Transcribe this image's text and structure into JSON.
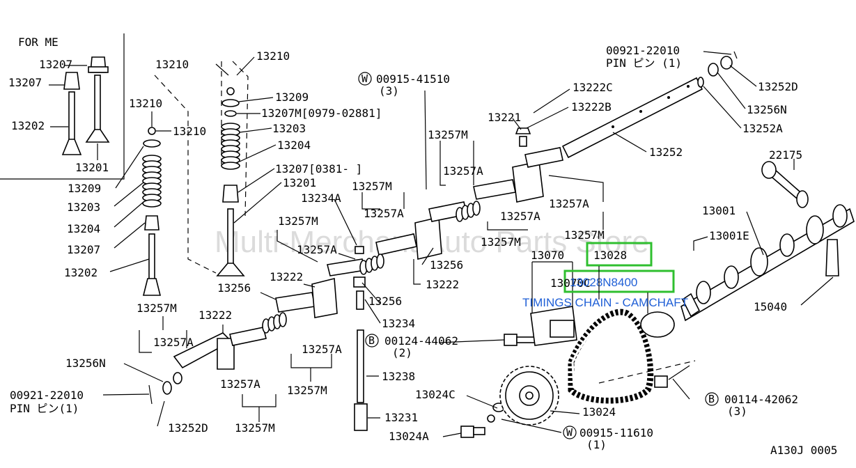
{
  "inset": {
    "title": "FOR ME",
    "labels": [
      "13207",
      "13207",
      "13202",
      "13201"
    ]
  },
  "labels": {
    "l13210a": "13210",
    "l13210b": "13210",
    "l13209a": "13209",
    "l13207m_range": "13207M[0979-02881]",
    "l13203a": "13203",
    "l13204a": "13204",
    "l13207_range": "13207[0381-      ]",
    "l13201": "13201",
    "l13210c": "13210",
    "l13210d": "13210",
    "l13209b": "13209",
    "l13203b": "13203",
    "l13204b": "13204",
    "l13207b": "13207",
    "l13202": "13202",
    "l13256a": "13256",
    "l13257m_a": "13257M",
    "l13257a_a": "13257A",
    "l13256n_a": "13256N",
    "l00921_a": "00921-22010",
    "lpin_a": "PIN ピン(1)",
    "l13252d_a": "13252D",
    "l13257a_b": "13257A",
    "l13257m_b": "13257M",
    "l13222a": "13222",
    "l13222b": "13222",
    "l13257a_c": "13257A",
    "l13257m_c": "13257M",
    "l13234a": "13234A",
    "l13257m_d": "13257M",
    "l13257a_d": "13257A",
    "l13257a_e": "13257A",
    "l13257m_e": "13257M",
    "l13256b": "13256",
    "l13234": "13234",
    "l00124": "00124-44062",
    "l00124q": "(2)",
    "l13238": "13238",
    "l13231": "13231",
    "l13024c": "13024C",
    "l13024a": "13024A",
    "l00915b": "00915-11610",
    "l00915bq": "(1)",
    "l13024": "13024",
    "l00114": "00114-42062",
    "l00114q": "(3)",
    "l00915a": "00915-41510",
    "l00915aq": "(3)",
    "l13257m_f": "13257M",
    "l13257a_f": "13257A",
    "l13256c": "13256",
    "l13222c_sub": "13222",
    "l13257a_g": "13257A",
    "l13257m_g": "13257M",
    "l13221": "13221",
    "l13222c": "13222C",
    "l13222b_r": "13222B",
    "l13252": "13252",
    "l13257a_h": "13257A",
    "l13257m_h": "13257M",
    "l13070": "13070",
    "l13070c": "13070C",
    "l13028": "13028",
    "l13028n": "13028N8400",
    "l13001": "13001",
    "l13001e": "13001E",
    "l22175": "22175",
    "l15040": "15040",
    "l00921_b": "00921-22010",
    "lpin_b": "PIN ピン (1)",
    "l13252d_b": "13252D",
    "l13256n_b": "13256N",
    "l13252a": "13252A",
    "lcode": "A130J 0005"
  },
  "circled": {
    "b1": "B",
    "b2": "B",
    "w1": "W",
    "w2": "W"
  },
  "overlay": {
    "description": "TIMINGS CHAIN - CAMCHAFT",
    "watermark": "Multi-Merchant Auto Parts Store"
  },
  "colors": {
    "highlight": "#2fbf2f",
    "blue_text": "#1f5fd6"
  }
}
